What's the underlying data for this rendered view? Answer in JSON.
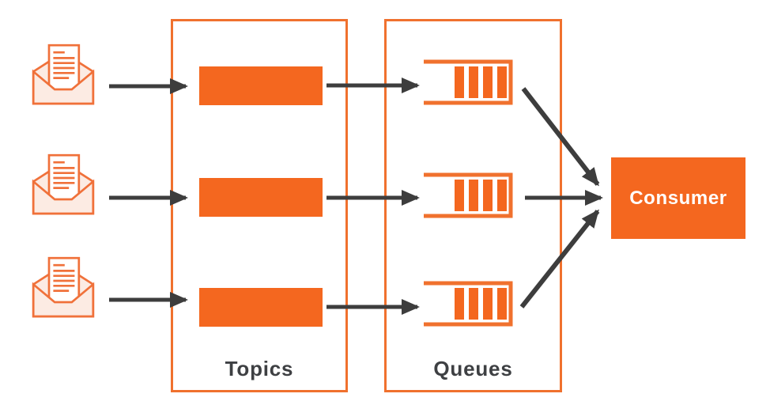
{
  "diagram": {
    "topics_group": {
      "label": "Topics",
      "topic_count": 3
    },
    "queues_group": {
      "label": "Queues",
      "queue_count": 3
    },
    "consumer": {
      "label": "Consumer"
    },
    "producers": {
      "message_count": 3
    },
    "icons": {
      "message": "envelope-icon",
      "queue": "queue-icon",
      "connector": "arrow-connector"
    },
    "colors": {
      "accent_orange": "#f4671f",
      "border_orange": "#f0712e",
      "envelope_stroke": "#f0713a",
      "envelope_pink": "#fcebe3",
      "arrow_gray": "#3d3d3d",
      "label_gray": "#3e4043",
      "background": "#ffffff",
      "consumer_text": "#ffffff"
    }
  }
}
